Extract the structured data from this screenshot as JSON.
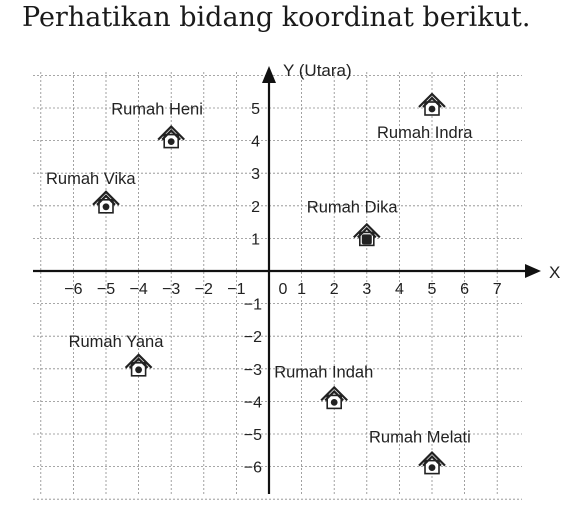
{
  "heading": "Perhatikan bidang koordinat berikut.",
  "axes": {
    "x_label": "X",
    "y_label": "Y (Utara)",
    "x_ticks": [
      "−6",
      "−5",
      "−4",
      "−3",
      "−2",
      "−1",
      "0",
      "1",
      "2",
      "3",
      "4",
      "5",
      "6",
      "7"
    ],
    "y_ticks_pos": [
      "1",
      "2",
      "3",
      "4",
      "5"
    ],
    "y_ticks_neg": [
      "−1",
      "−2",
      "−3",
      "−4",
      "−5",
      "−6"
    ]
  },
  "houses": [
    {
      "name": "Rumah Heni",
      "x": -3,
      "y": 4
    },
    {
      "name": "Rumah Indra",
      "x": 5,
      "y": 5
    },
    {
      "name": "Rumah Vika",
      "x": -5,
      "y": 2
    },
    {
      "name": "Rumah Dika",
      "x": 3,
      "y": 1
    },
    {
      "name": "Rumah Yana",
      "x": -4,
      "y": -3
    },
    {
      "name": "Rumah Indah",
      "x": 2,
      "y": -4
    },
    {
      "name": "Rumah Melati",
      "x": 5,
      "y": -6
    }
  ]
}
